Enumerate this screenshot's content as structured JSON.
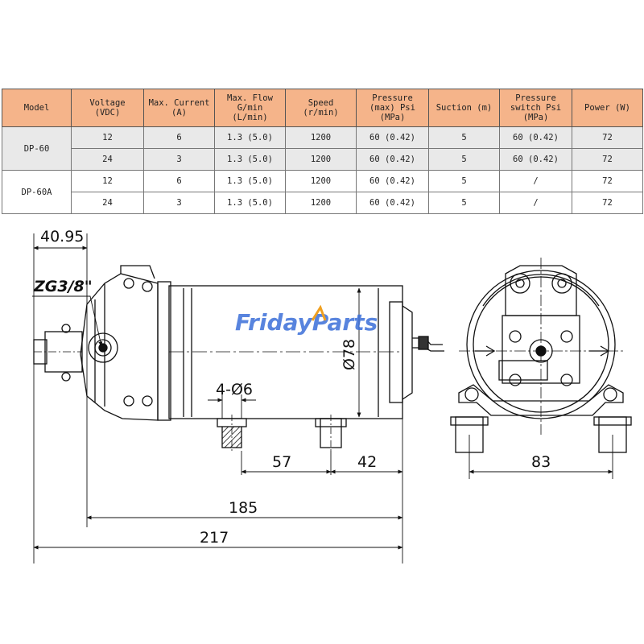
{
  "table": {
    "headers": [
      "Model",
      "Voltage\n(VDC)",
      "Max. Current\n(A)",
      "Max. Flow\nG/min\n(L/min)",
      "Speed\n(r/min)",
      "Pressure\n(max) Psi\n(MPa)",
      "Suction (m)",
      "Pressure\nswitch Psi\n(MPa)",
      "Power (W)"
    ],
    "groups": [
      {
        "model": "DP-60",
        "rows": [
          [
            "12",
            "6",
            "1.3 (5.0)",
            "1200",
            "60 (0.42)",
            "5",
            "60 (0.42)",
            "72"
          ],
          [
            "24",
            "3",
            "1.3 (5.0)",
            "1200",
            "60 (0.42)",
            "5",
            "60 (0.42)",
            "72"
          ]
        ]
      },
      {
        "model": "DP-60A",
        "rows": [
          [
            "12",
            "6",
            "1.3 (5.0)",
            "1200",
            "60 (0.42)",
            "5",
            "/",
            "72"
          ],
          [
            "24",
            "3",
            "1.3 (5.0)",
            "1200",
            "60 (0.42)",
            "5",
            "/",
            "72"
          ]
        ]
      }
    ]
  },
  "drawing": {
    "dimensions": {
      "inlet_offset": "40.95",
      "thread": "ZG3/8\"",
      "diameter": "Ø78",
      "mount_holes": "4-Ø6",
      "hole_spacing_a": "57",
      "hole_spacing_b": "42",
      "body_length": "185",
      "overall_length": "217",
      "foot_width": "83"
    },
    "watermark": {
      "part1": "Friday",
      "part2": "Parts"
    },
    "colors": {
      "line": "#111111",
      "header_fill": "#f5b48a",
      "row_shade": "#e9e9e9",
      "watermark_blue": "#3b6fd8",
      "watermark_orange": "#f0a020"
    }
  }
}
